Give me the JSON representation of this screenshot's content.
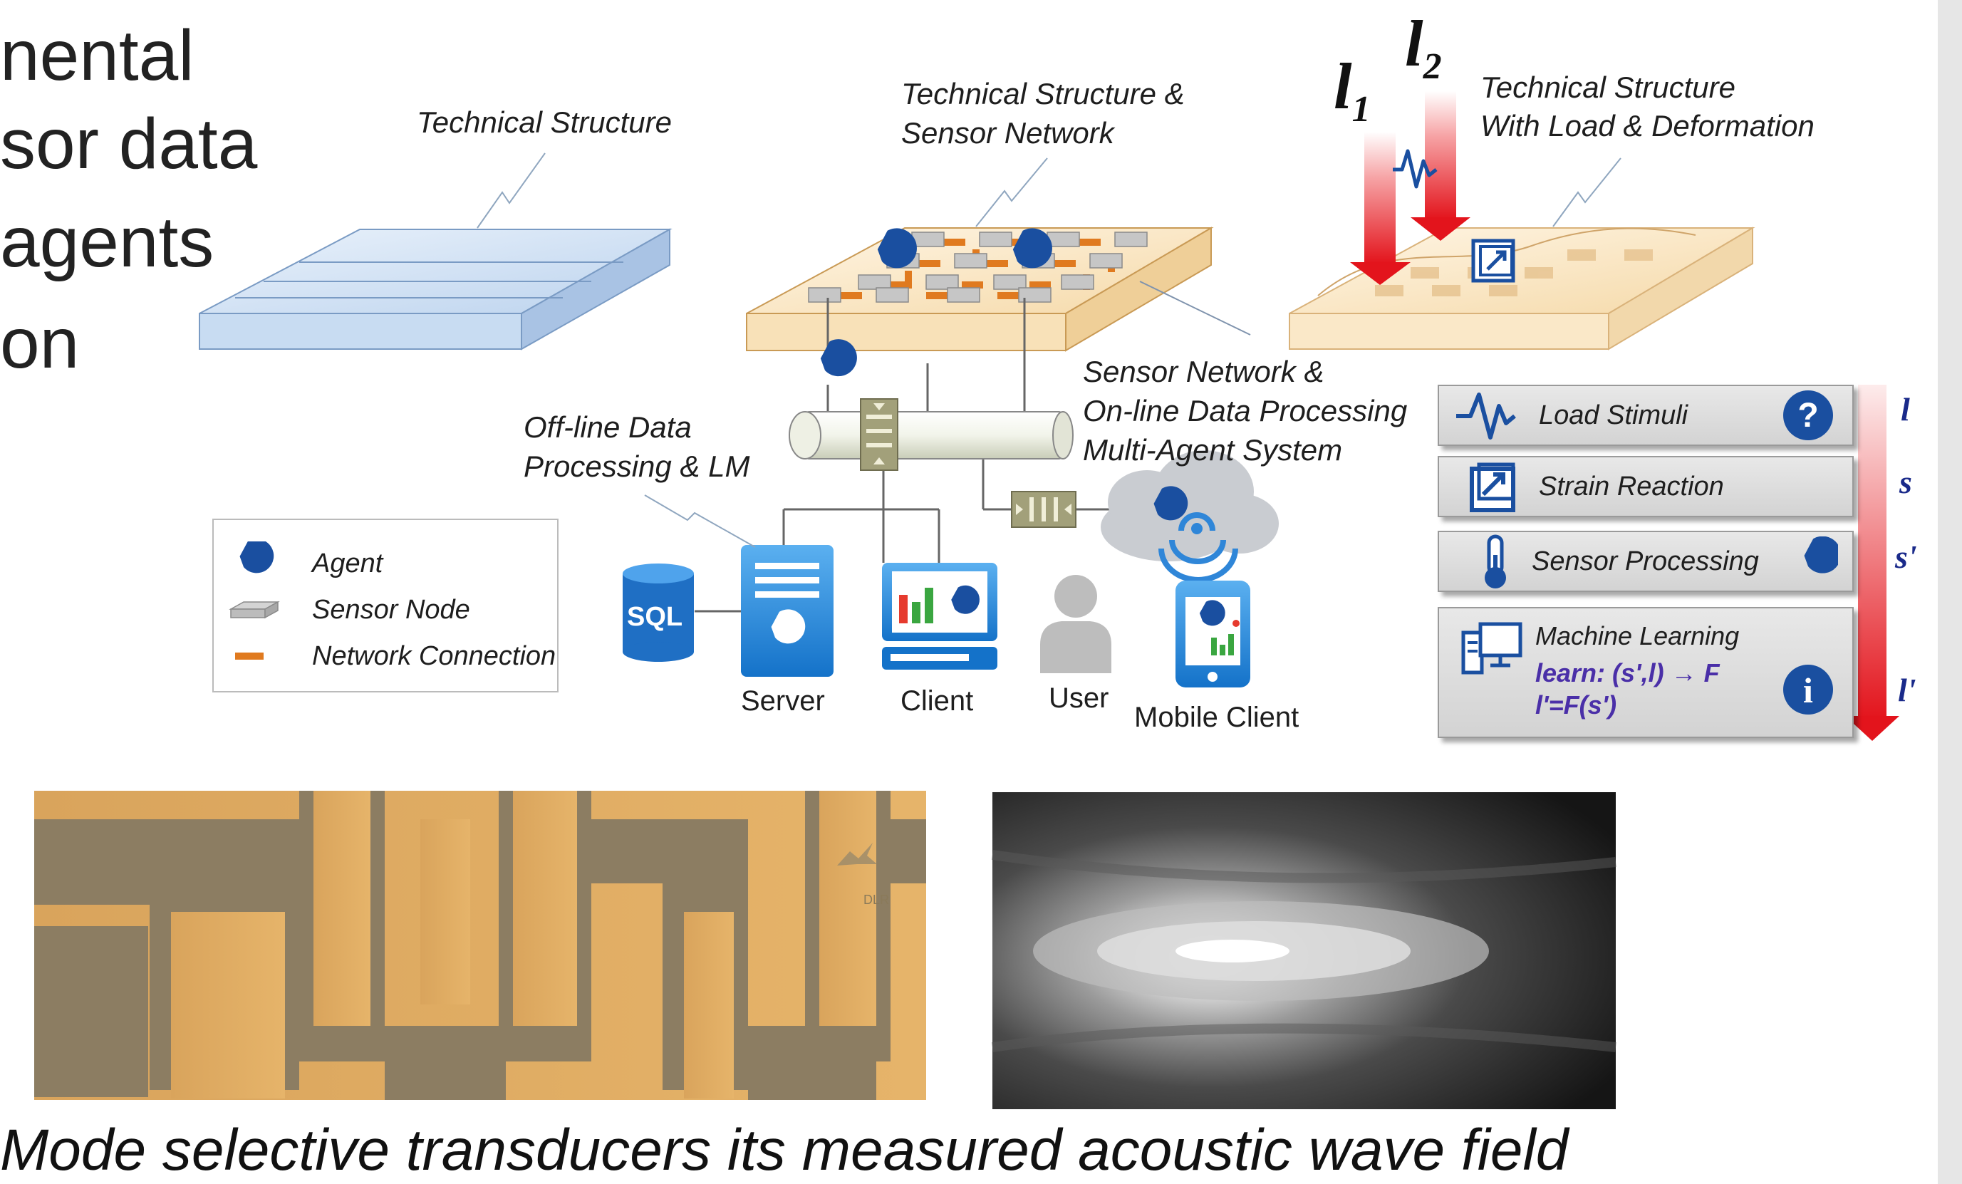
{
  "slide": {
    "bullets": [
      "nental",
      "sor data",
      "agents",
      "on"
    ],
    "caption": "Mode selective transducers its measured acoustic wave field"
  },
  "diagram": {
    "labels": {
      "technical_structure": "Technical Structure",
      "ts_sensor_network_1": "Technical Structure &",
      "ts_sensor_network_2": "Sensor Network",
      "ts_load_1": "Technical Structure",
      "ts_load_2": "With Load & Deformation",
      "l1": "l",
      "l1_sub": "1",
      "l2": "l",
      "l2_sub": "2",
      "offline_1": "Off-line Data",
      "offline_2": "Processing & LM",
      "online_1": "Sensor Network &",
      "online_2": "On-line Data Processing",
      "online_3": "Multi-Agent System"
    },
    "nodes": {
      "sql": "SQL",
      "server": "Server",
      "client": "Client",
      "user": "User",
      "mobile": "Mobile Client"
    },
    "legend": {
      "agent": "Agent",
      "sensor_node": "Sensor Node",
      "network_connection": "Network Connection"
    },
    "panel": {
      "load_stimuli": "Load Stimuli",
      "strain_reaction": "Strain Reaction",
      "sensor_processing": "Sensor Processing",
      "machine_learning": "Machine Learning",
      "learn": "learn: (s',l) → F",
      "formula": "l'=F(s')",
      "sym_l": "l",
      "sym_s": "s",
      "sym_s_prime": "s'",
      "sym_l_prime": "l'"
    },
    "photo_logo": "DLR",
    "colors": {
      "accent_blue": "#1f63b6",
      "arrow_red": "#e8232a",
      "panel_gray": "#d9d9d9",
      "gold": "#d9a256"
    }
  }
}
